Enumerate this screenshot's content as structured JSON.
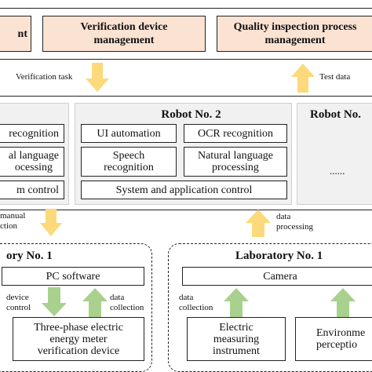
{
  "colors": {
    "peach_fill": "#fbe3d3",
    "robot_panel": "#f1f1f1",
    "yellow_arrow": "#fcd97a",
    "green_arrow": "#a9d18e",
    "border": "#222222"
  },
  "top_row": {
    "left_partial": "nt",
    "verification": "Verification device\nmanagement",
    "quality": "Quality inspection process\nmanagement"
  },
  "middle_labels": {
    "verification_task": "Verification task",
    "test_data": "Test data",
    "manual_control": "manual\nction",
    "data_processing": "data\nprocessing"
  },
  "robots": {
    "left": {
      "items": [
        "recognition",
        "al language\nocessing",
        "m control"
      ]
    },
    "robot2": {
      "title": "Robot No. 2",
      "items": [
        "UI automation",
        "OCR recognition",
        "Speech\nrecognition",
        "Natural language\nprocessing",
        "System and application control"
      ]
    },
    "right": {
      "title": "Robot No.",
      "ellipsis": "......"
    }
  },
  "labs": {
    "left": {
      "title": "ory No. 1",
      "pc_software": "PC software",
      "device_control": "device\ncontrol",
      "data_collection": "data\ncollection",
      "meter": "Three-phase electric\nenergy meter\nverification device"
    },
    "right": {
      "title": "Laboratory No. 1",
      "camera": "Camera",
      "data_collection": "data\ncollection",
      "electric": "Electric\nmeasuring\ninstrument",
      "environment": "Environme\nperceptio"
    }
  }
}
